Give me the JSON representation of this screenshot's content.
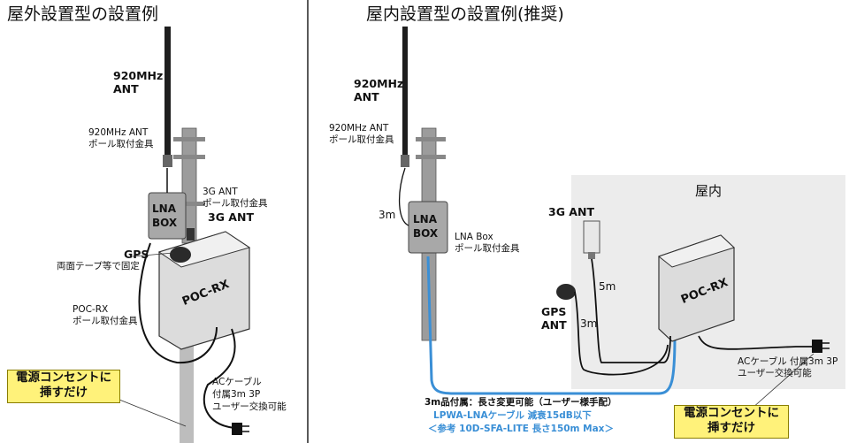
{
  "left": {
    "title": "屋外設置型の設置例",
    "ant_920": [
      "920MHz",
      "ANT"
    ],
    "ant_bracket": [
      "920MHz ANT",
      "ポール取付金具"
    ],
    "lna_box": [
      "LNA",
      "BOX"
    ],
    "ant3g_bracket": [
      "3G ANT",
      "ポール取付金具"
    ],
    "ant3g": "3G ANT",
    "gps": "GPS",
    "gps_note": "両面テープ等で固定",
    "poc_rx": "POC-RX",
    "poc_bracket": [
      "POC-RX",
      "ポール取付金具"
    ],
    "ac_cable": [
      "ACケーブル",
      "付属3m 3P",
      "ユーザー交換可能"
    ],
    "callout": [
      "電源コンセントに",
      "挿すだけ"
    ]
  },
  "right": {
    "title": "屋内設置型の設置例(推奨)",
    "ant_920": [
      "920MHz",
      "ANT"
    ],
    "ant_bracket": [
      "920MHz ANT",
      "ポール取付金具"
    ],
    "len_3m_top": "3m",
    "lna_box": [
      "LNA",
      "BOX"
    ],
    "lna_bracket": [
      "LNA Box",
      "ポール取付金具"
    ],
    "indoor": "屋内",
    "ant3g": "3G ANT",
    "len_5m": "5m",
    "gps": [
      "GPS",
      "ANT"
    ],
    "len_3m_gps": "3m",
    "poc_rx": "POC-RX",
    "ac_cable": [
      "ACケーブル 付属3m 3P",
      "ユーザー交換可能"
    ],
    "cable_note": "3m品付属：長さ変更可能（ユーザー様手配）",
    "cable_spec": "LPWA-LNAケーブル 減衰15dB以下",
    "cable_ref": "＜参考 10D-SFA-LITE 長さ150m Max＞",
    "callout": [
      "電源コンセントに",
      "挿すだけ"
    ]
  },
  "colors": {
    "callout_fill": "#fff27a",
    "cable_blue": "#3a8fd6",
    "indoor_bg": "#ececec"
  }
}
